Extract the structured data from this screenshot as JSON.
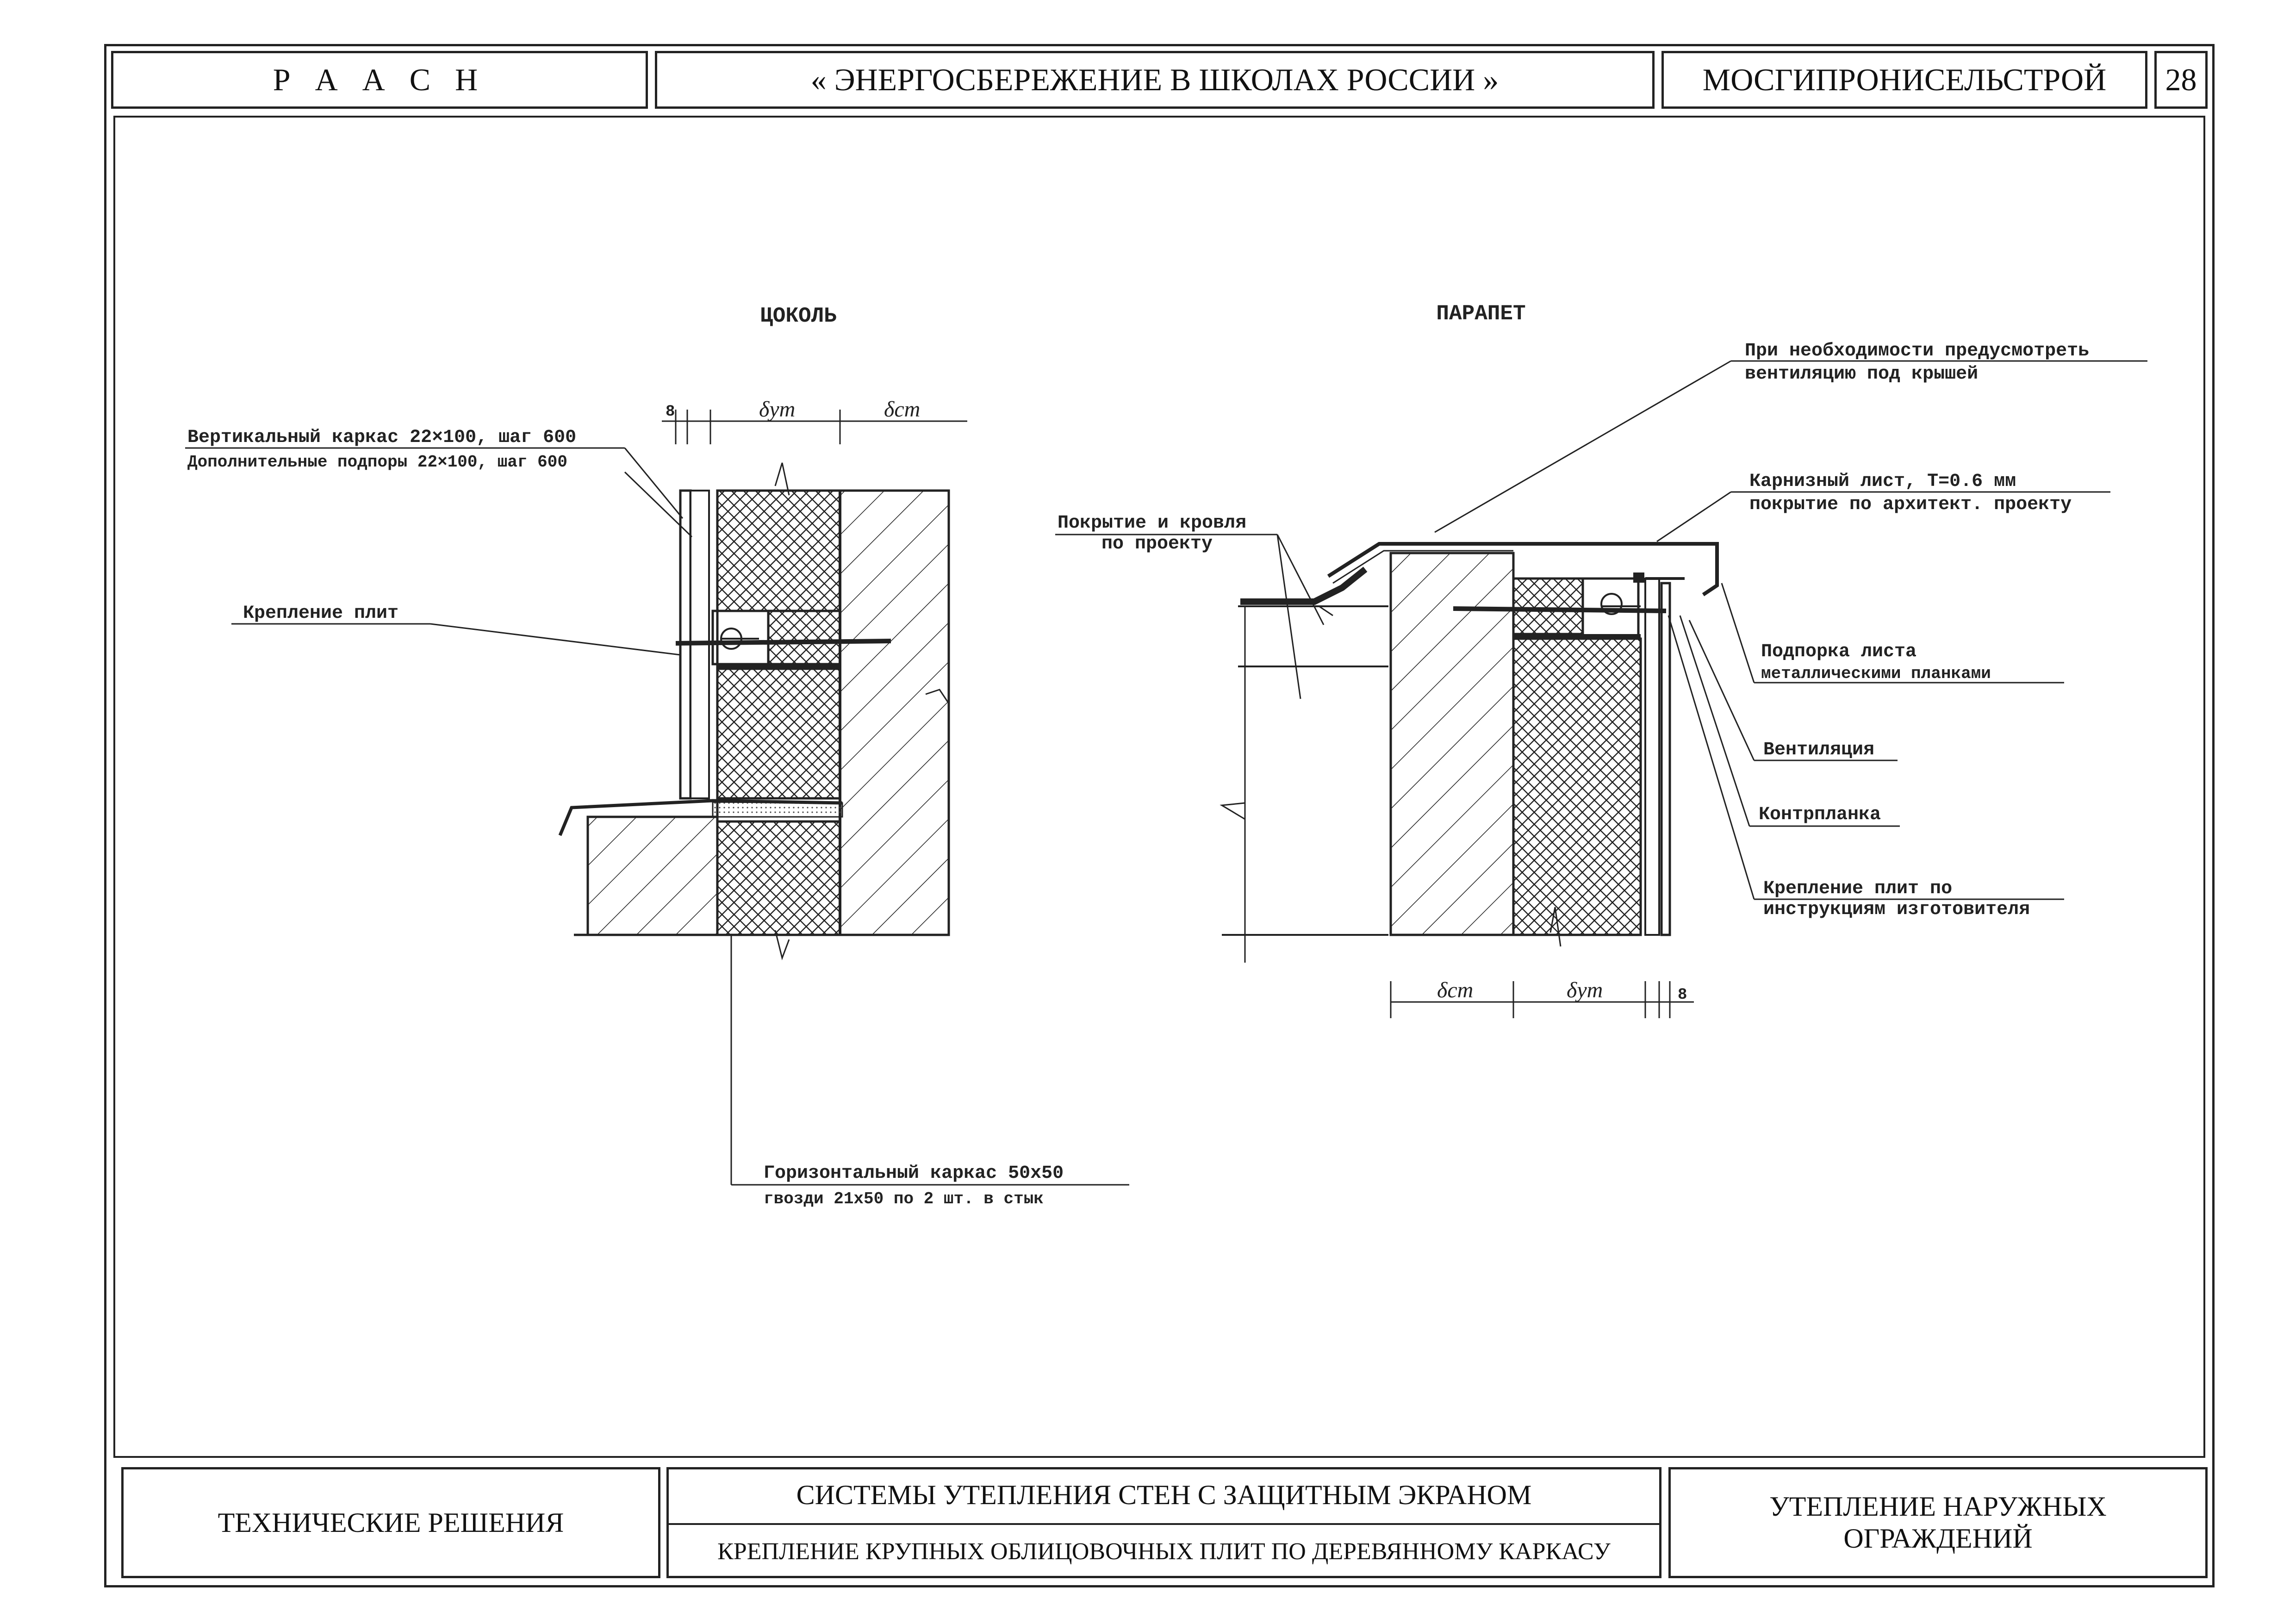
{
  "header": {
    "org_left": "Р А А С Н",
    "title": "« ЭНЕРГОСБЕРЕЖЕНИЕ В ШКОЛАХ РОССИИ »",
    "org_right": "МОСГИПРОНИСЕЛЬСТРОЙ",
    "page_number": "28"
  },
  "plinth": {
    "title": "ЦОКОЛЬ",
    "label_frame_1": "Вертикальный каркас 22×100, шаг 600",
    "label_frame_2": "Дополнительные подпоры 22×100, шаг 600",
    "label_fixing": "Крепление плит",
    "label_horiz_1": "Горизонтальный каркас 50х50",
    "label_horiz_2": "гвозди 21х50 по 2 шт. в стык",
    "dim_8": "8",
    "dim_ut": "δут",
    "dim_st": "δст"
  },
  "parapet": {
    "title": "ПАРАПЕТ",
    "label_vent_1": "При необходимости предусмотреть",
    "label_vent_2": "вентиляцию под крышей",
    "label_cornice_1": "Карнизный лист, Т=0.6 мм",
    "label_cornice_2": "покрытие по архитект. проекту",
    "label_roof_1": "Покрытие и кровля",
    "label_roof_2": "по проекту",
    "label_support_1": "Подпорка листа",
    "label_support_2": "металлическими планками",
    "label_ventilation": "Вентиляция",
    "label_counter": "Контрпланка",
    "label_fix_1": "Крепление плит по",
    "label_fix_2": "инструкциям изготовителя",
    "dim_st": "δст",
    "dim_ut": "δут",
    "dim_8": "8"
  },
  "footer": {
    "left": "ТЕХНИЧЕСКИЕ РЕШЕНИЯ",
    "center_top": "СИСТЕМЫ УТЕПЛЕНИЯ СТЕН С ЗАЩИТНЫМ ЭКРАНОМ",
    "center_bottom": "КРЕПЛЕНИЕ КРУПНЫХ ОБЛИЦОВОЧНЫХ ПЛИТ ПО ДЕРЕВЯННОМУ КАРКАСУ",
    "right_1": "УТЕПЛЕНИЕ НАРУЖНЫХ",
    "right_2": "ОГРАЖДЕНИЙ"
  }
}
